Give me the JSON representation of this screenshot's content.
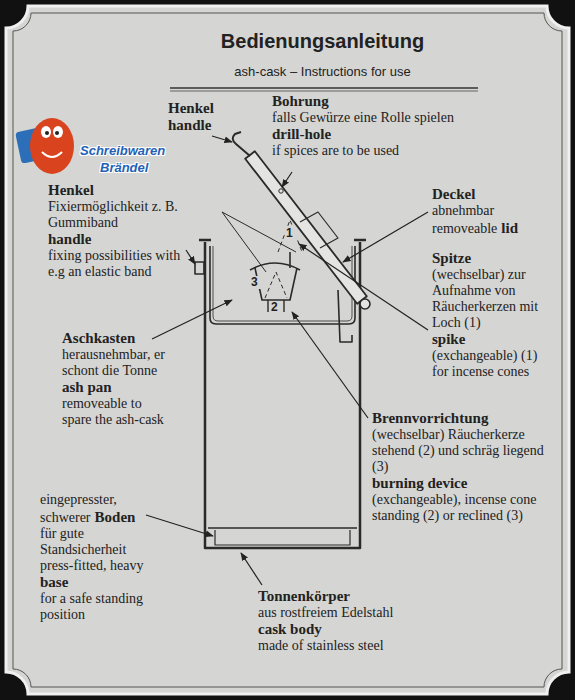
{
  "diagram": {
    "title": "Bedienungsanleitung",
    "labels": [
      "ash-cask – Instructions for use",
      "Henkel",
      "handle",
      "Bohrung",
      "falls Gewürze eine Rolle spielen",
      "drill-hole",
      "if spices are to be used",
      "Deckel",
      "abnehmbar",
      "removeable",
      "lid",
      "Spitze",
      "(wechselbar) zur Aufnahme von Räucherkerzen mit Loch (1)",
      "spike",
      "(exchangeable) (1) for incense cones",
      "Henkel",
      "Fixiermöglichkeit z. B. Gummiband",
      "handle",
      "fixing possibilities with e.g an elastic band",
      "Aschkasten",
      "herausnehmbar, er schont die Tonne",
      "ash pan",
      "removeable to spare the ash-cask",
      "Brennvorrichtung",
      "(wechselbar) Räucherkerze stehend (2) und schräg liegend (3)",
      "burning device",
      "(exchangeable), incense cone standing (2) or reclined (3)",
      "eingepresster, schwerer",
      "Boden",
      "für gute Standsicherheit",
      "press-fitted, heavy",
      "base",
      "for a safe standing position",
      "Tonnenkörper",
      "aus rostfreiem Edelstahl",
      "cask body",
      "made of stainless steel",
      "1",
      "2",
      "3",
      "Schreibwaren",
      "Brändel"
    ]
  }
}
